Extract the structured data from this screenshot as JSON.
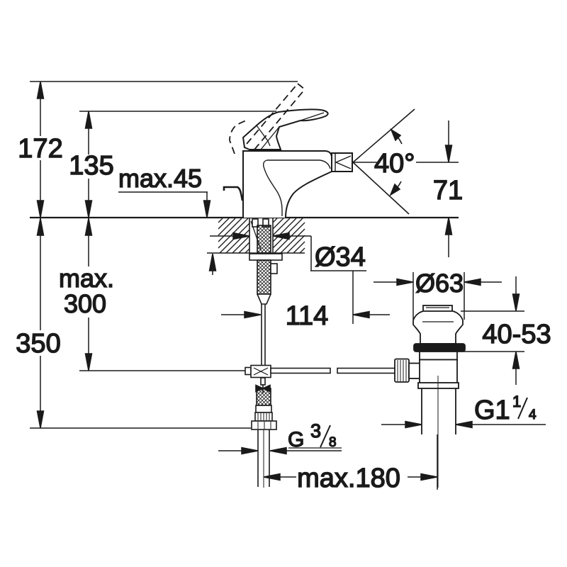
{
  "drawing": {
    "labels": {
      "overall_height": "172",
      "handle_height": "135",
      "max_deck_thickness": "max.45",
      "swivel_angle": "40°",
      "spout_height": "71",
      "shank_diameter": "Ø34",
      "max_depth_line1": "max.",
      "max_depth_line2": "300",
      "total_depth": "350",
      "rod_offset": "114",
      "waste_flange_diameter": "Ø63",
      "clamping_range": "40-53",
      "waste_thread_prefix": "G1",
      "waste_thread_numerator": "1",
      "waste_thread_denominator": "4",
      "hose_thread_prefix": "G",
      "hose_thread_numerator": "3",
      "hose_thread_denominator": "8",
      "max_rod_length": "max.180"
    },
    "colors": {
      "ink": "#1a1a1a",
      "background": "#ffffff"
    }
  }
}
